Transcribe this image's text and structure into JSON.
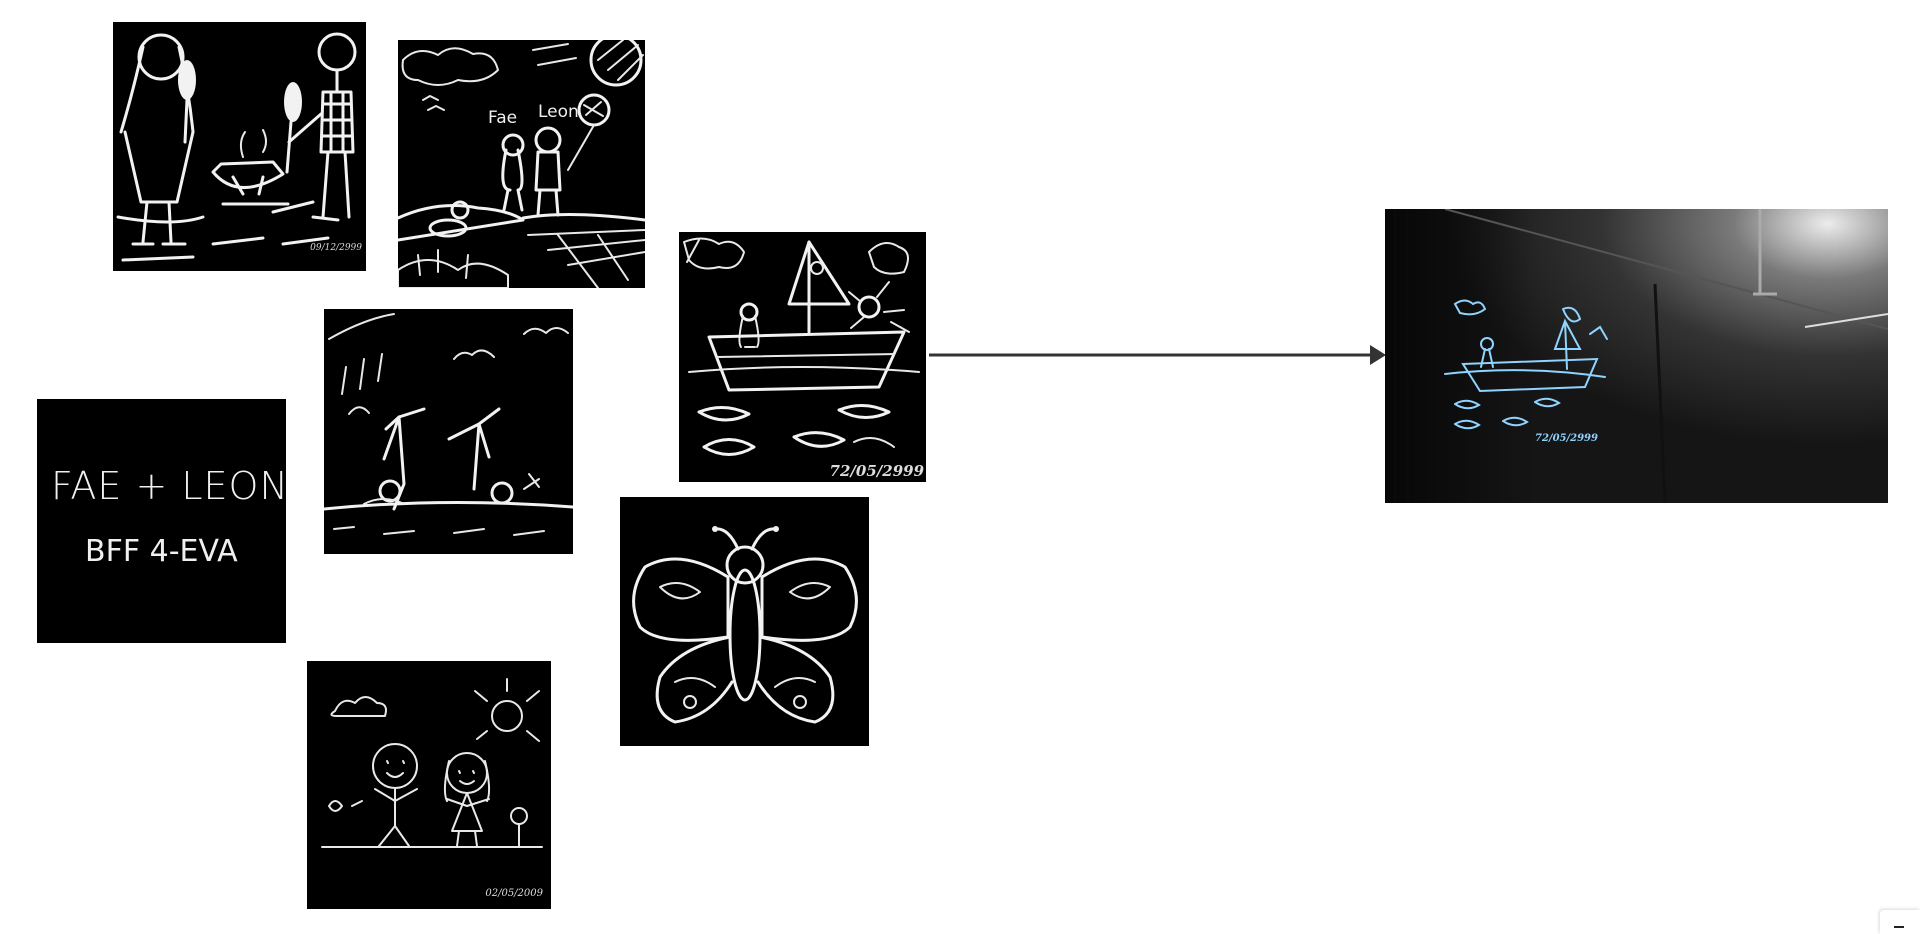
{
  "drawings": {
    "cooking": {
      "date": "09/12/2999"
    },
    "park": {
      "name_left": "Fae",
      "name_right": "Leon"
    },
    "title_card": {
      "line1": "FAE + LEON",
      "line2": "BFF 4-EVA"
    },
    "boat": {
      "date": "72/05/2999"
    },
    "sunny_day": {
      "date": "02/05/2009"
    }
  },
  "photo": {
    "projected_date": "72/05/2999"
  },
  "colors": {
    "canvas": "#ffffff",
    "drawing_bg": "#000000",
    "chalk": "#f2f2f2",
    "projection": "#8fd3ff"
  }
}
